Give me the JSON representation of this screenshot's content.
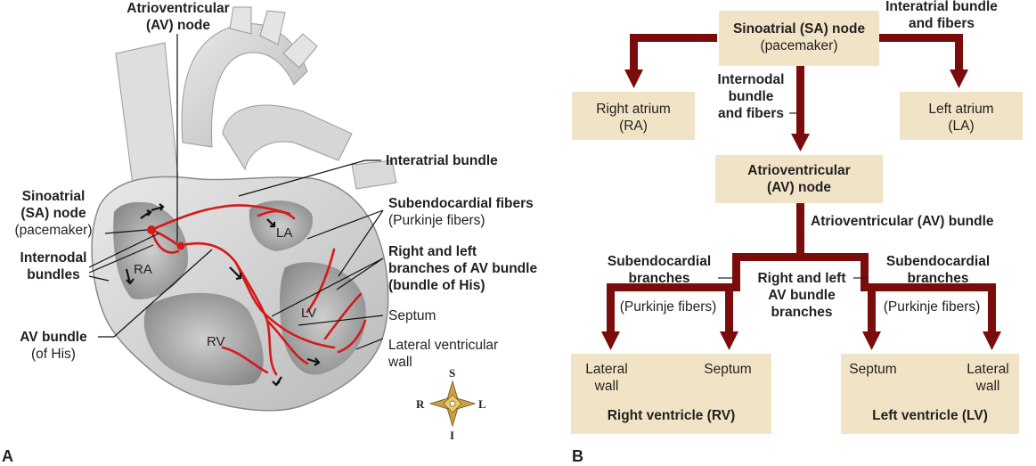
{
  "colors": {
    "arrow": "#7a0c0c",
    "box": "#f1e4c6",
    "conduction": "#d41a1a",
    "heart_light": "#dcdcdc",
    "heart_dark": "#8f8f8f"
  },
  "panel_a": {
    "letter": "A",
    "av_node": [
      "Atrioventricular",
      "(AV) node"
    ],
    "interatrial": "Interatrial bundle",
    "sa_node": [
      "Sinoatrial",
      "(SA) node",
      "(pacemaker)"
    ],
    "internodal": [
      "Internodal",
      "bundles"
    ],
    "subendo": [
      "Subendocardial fibers",
      "(Purkinje fibers)"
    ],
    "branches": [
      "Right and left",
      "branches of AV bundle",
      "(bundle of His)"
    ],
    "septum": "Septum",
    "lateral": [
      "Lateral ventricular",
      "wall"
    ],
    "av_bundle": [
      "AV bundle",
      "(of His)"
    ],
    "chambers": {
      "ra": "RA",
      "la": "LA",
      "rv": "RV",
      "lv": "LV"
    },
    "compass": {
      "s": "S",
      "r": "R",
      "l": "L",
      "i": "I"
    }
  },
  "panel_b": {
    "letter": "B",
    "sa_box": [
      "Sinoatrial (SA) node",
      "(pacemaker)"
    ],
    "interatrial": [
      "Interatrial bundle",
      "and fibers"
    ],
    "ra_box": [
      "Right atrium",
      "(RA)"
    ],
    "la_box": [
      "Left atrium",
      "(LA)"
    ],
    "internodal": [
      "Internodal",
      "bundle",
      "and fibers"
    ],
    "av_box": [
      "Atrioventricular",
      "(AV) node"
    ],
    "av_bundle": "Atrioventricular (AV) bundle",
    "sub_left": [
      "Subendocardial",
      "branches"
    ],
    "sub_right": [
      "Subendocardial",
      "branches"
    ],
    "rl_branches": [
      "Right and left",
      "AV bundle",
      "branches"
    ],
    "purk_left": "(Purkinje fibers)",
    "purk_right": "(Purkinje fibers)",
    "rv_box": {
      "left": [
        "Lateral",
        "wall"
      ],
      "right": "Septum",
      "title": "Right ventricle (RV)"
    },
    "lv_box": {
      "left": "Septum",
      "right": [
        "Lateral",
        "wall"
      ],
      "title": "Left ventricle (LV)"
    }
  }
}
